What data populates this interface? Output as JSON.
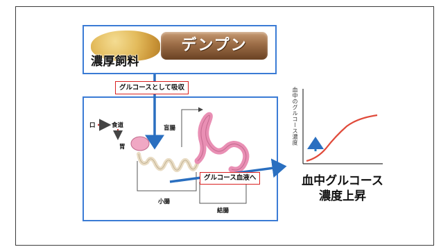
{
  "feed": {
    "starch_label": "デンプン",
    "feed_label": "濃厚飼料"
  },
  "absorb": {
    "label": "グルコースとして吸収"
  },
  "digestive": {
    "mouth": "口",
    "esophagus": "食道",
    "stomach": "胃",
    "cecum": "盲腸",
    "small_intestine": "小腸",
    "large_intestine": "結腸"
  },
  "blood": {
    "label": "グルコース血液へ"
  },
  "graph": {
    "ylabel": "血中のグルコース濃度"
  },
  "rise": {
    "line1": "血中グルコース",
    "line2": "濃度上昇"
  },
  "colors": {
    "box_border": "#3a7bd5",
    "label_border": "#d82020",
    "curve": "#e04a3a",
    "up_arrow": "#1a78c2"
  }
}
